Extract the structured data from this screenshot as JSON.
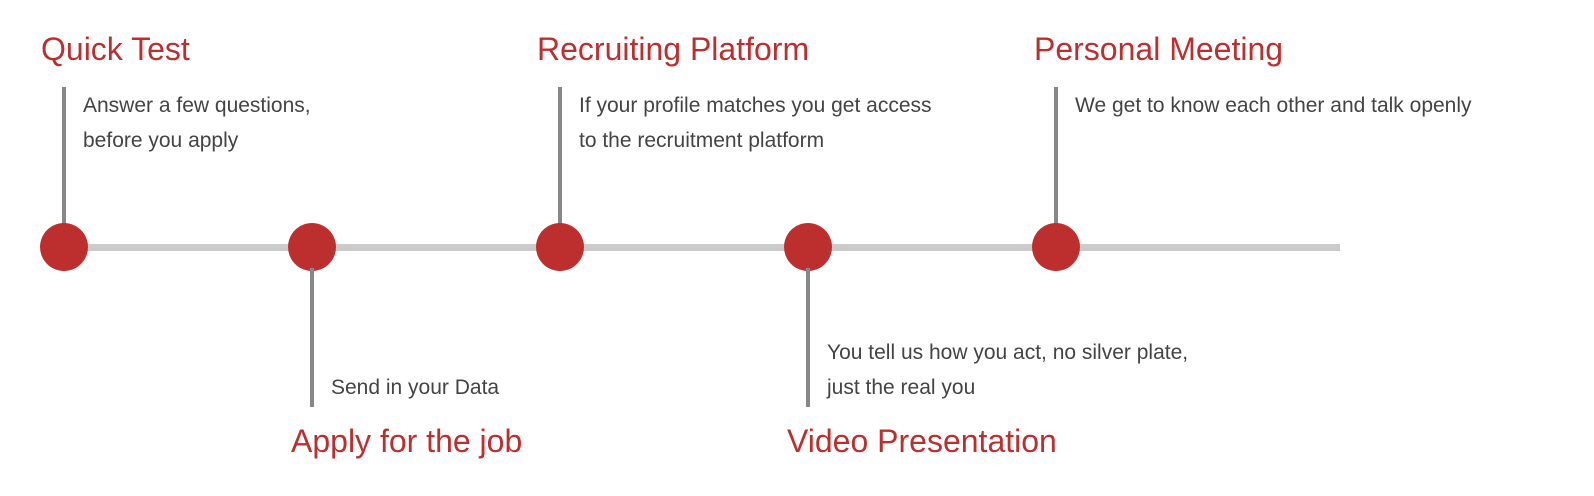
{
  "colors": {
    "accent": "#bd2e2f",
    "track": "#cbcbcb",
    "connector": "#888888",
    "text": "#444444"
  },
  "steps": [
    {
      "title": "Quick Test",
      "desc": [
        "Answer a few questions,",
        "before you apply"
      ],
      "position": "top"
    },
    {
      "title": "Apply for the job",
      "desc": [
        "Send in your Data"
      ],
      "position": "bottom"
    },
    {
      "title": "Recruiting Platform",
      "desc": [
        "If your profile matches you get access",
        "to the recruitment platform"
      ],
      "position": "top"
    },
    {
      "title": "Video Presentation",
      "desc": [
        "You tell us how you act, no silver plate,",
        "just the real you"
      ],
      "position": "bottom"
    },
    {
      "title": "Personal Meeting",
      "desc": [
        "We get to know each other and talk openly"
      ],
      "position": "top"
    }
  ]
}
